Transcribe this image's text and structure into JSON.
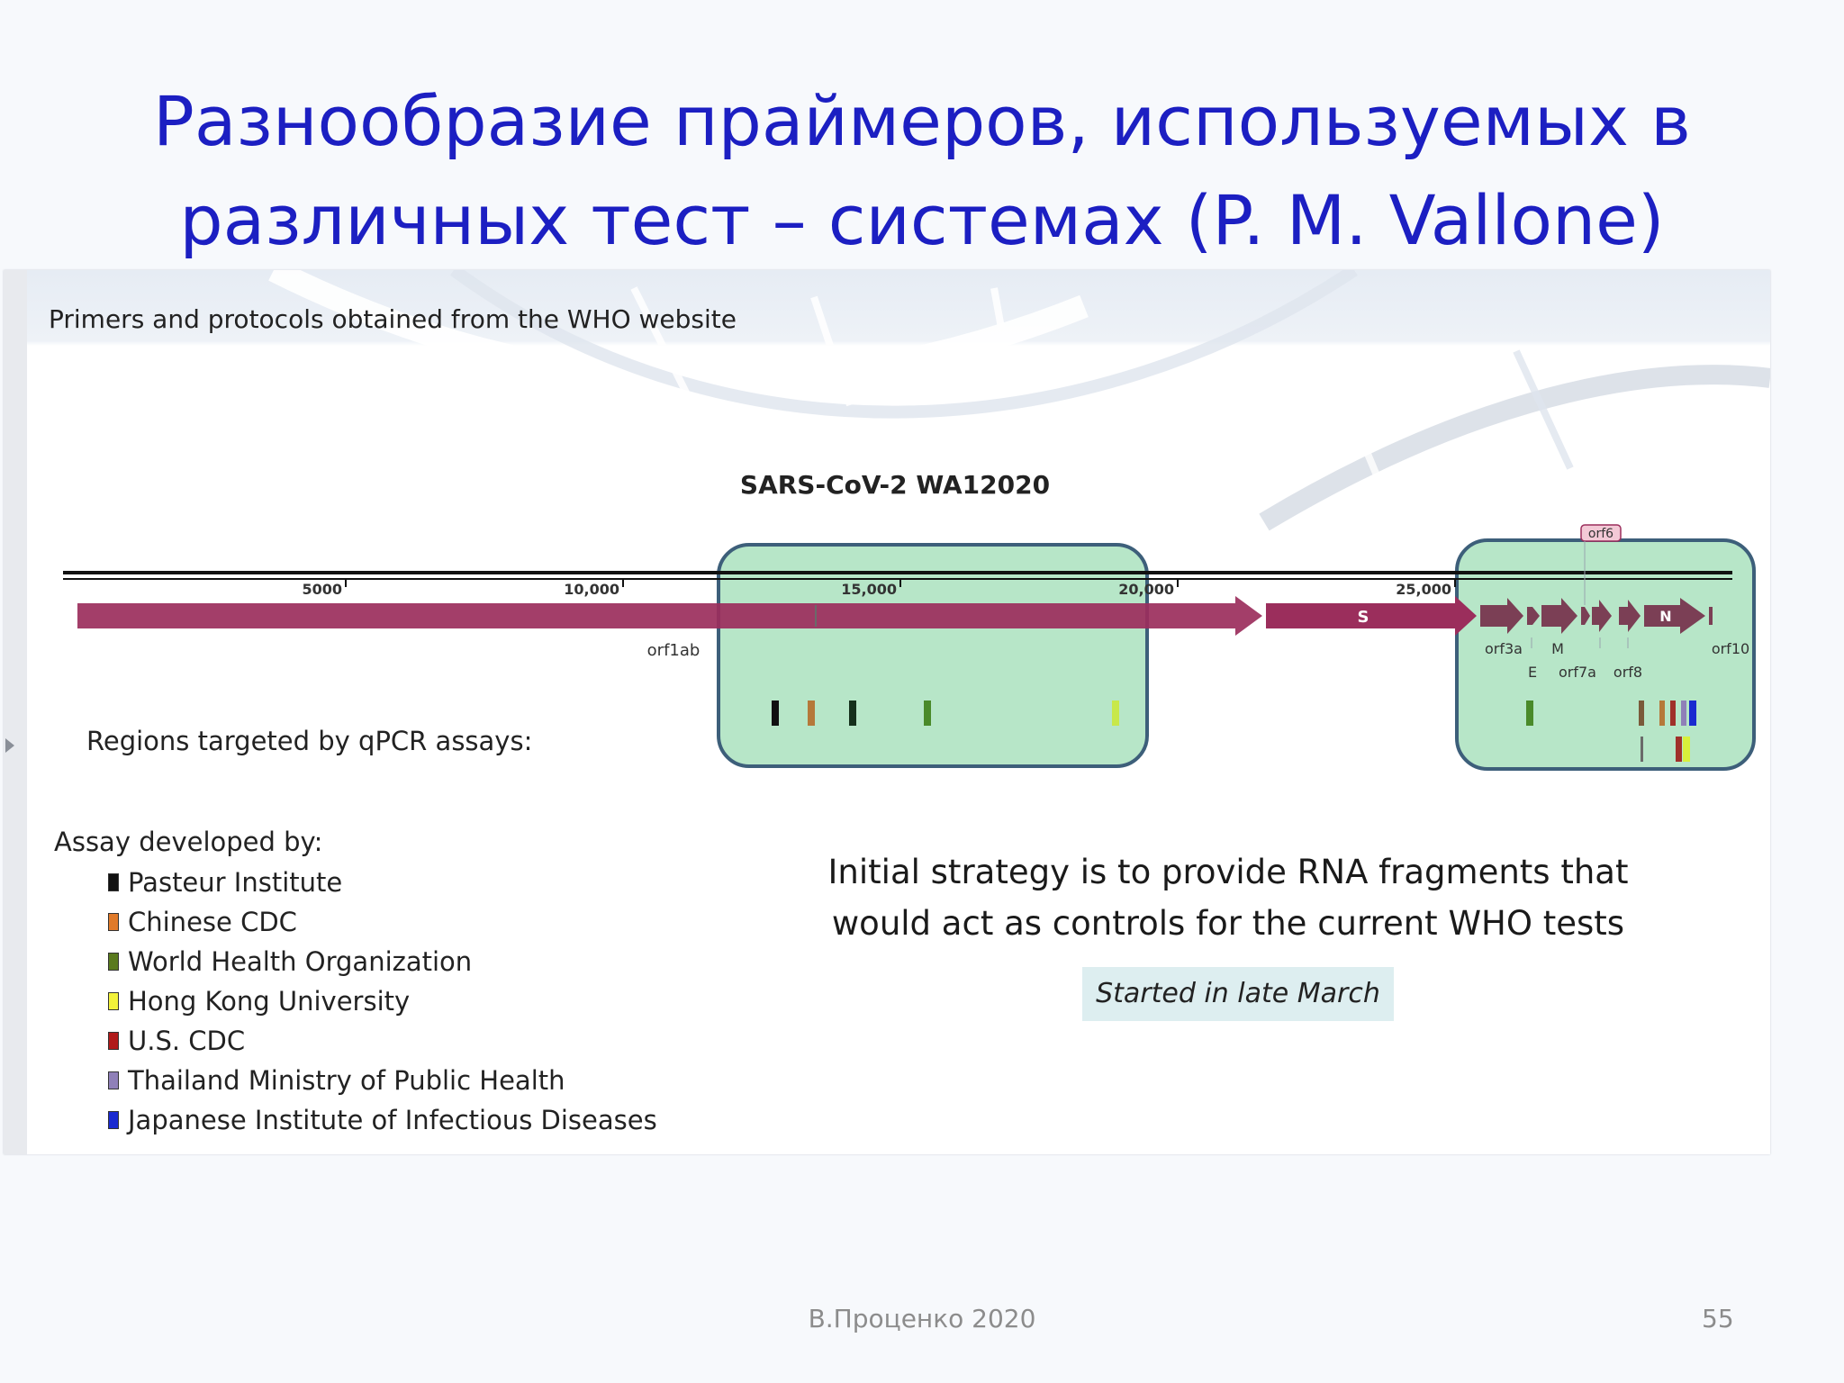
{
  "title": {
    "line1": "Разнообразие праймеров, используемых в",
    "line2": "различных тест – системах (P. M. Vallone)"
  },
  "figure": {
    "source_note": "Primers and protocols obtained from the WHO website",
    "genome_title": "SARS-CoV-2 WA12020",
    "ticks": [
      "5000",
      "10,000",
      "15,000",
      "20,000",
      "25,000"
    ],
    "gene_labels": {
      "orf1ab": "orf1ab",
      "s": "S",
      "n": "N",
      "orf6": "orf6",
      "orf3a": "orf3a",
      "e": "E",
      "m": "M",
      "orf7a": "orf7a",
      "orf8": "orf8",
      "orf10": "orf10"
    },
    "regions_label": "Regions targeted by qPCR assays:",
    "colors": {
      "genome_bar": "#9b2e5c",
      "highlight_fill": "#b7e6c8",
      "highlight_stroke": "#3d5f7a"
    }
  },
  "legend": {
    "title": "Assay developed by:",
    "items": [
      {
        "label": "Pasteur Institute",
        "color": "#111111"
      },
      {
        "label": "Chinese CDC",
        "color": "#e07a2a"
      },
      {
        "label": "World Health Organization",
        "color": "#5a7a1e"
      },
      {
        "label": "Hong Kong University",
        "color": "#f2f23a"
      },
      {
        "label": "U.S. CDC",
        "color": "#b01a1a"
      },
      {
        "label": "Thailand Ministry of Public Health",
        "color": "#8f80b8"
      },
      {
        "label": "Japanese Institute of Infectious Diseases",
        "color": "#1a2ad0"
      }
    ]
  },
  "strategy": {
    "line1": "Initial strategy is to provide RNA fragments that",
    "line2": "would act as controls for the current WHO tests",
    "badge": "Started in late March"
  },
  "footer": {
    "author": "В.Проценко 2020",
    "page": "55"
  }
}
